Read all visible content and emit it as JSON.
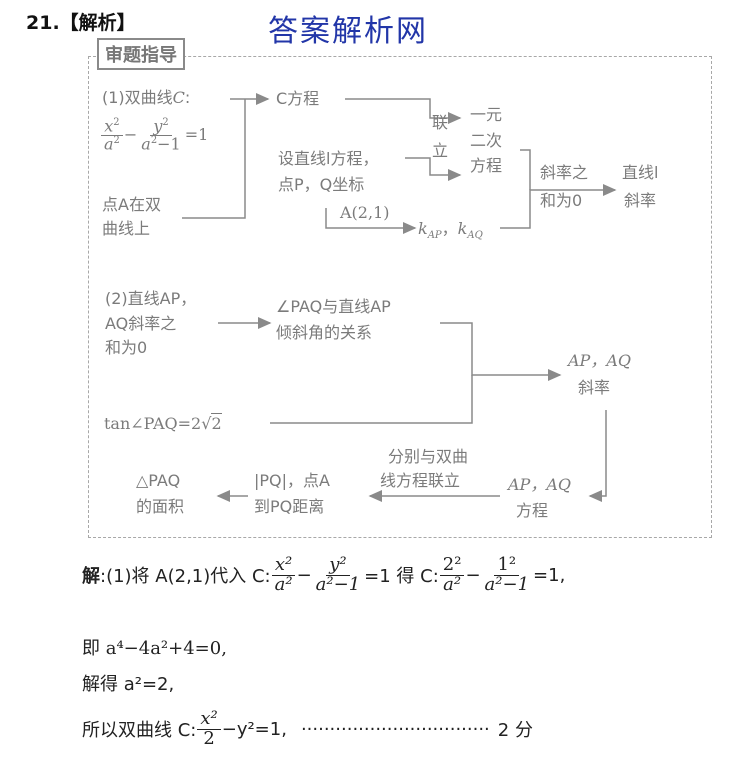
{
  "header": {
    "number": "21.",
    "tag": "【解析】",
    "watermark": "答案解析网"
  },
  "guide": {
    "title": "审题指导",
    "p1": {
      "hyperbola_prefix": "(1)双曲线",
      "C": "C",
      "colon": ":",
      "equation": {
        "x": "x",
        "a": "a",
        "y": "y",
        "minus": "−",
        "minus_one": "−1",
        "eq_one": "=1"
      },
      "point_line1": "点A在双",
      "point_line2": "曲线上",
      "c_equation": "C方程",
      "set_line1": "设直线l方程，",
      "set_line2": "点P，Q坐标",
      "a_point": "A(2,1)",
      "k_ap": "k",
      "k_ap_sub": "AP",
      "k_sep": "，",
      "k_aq": "k",
      "k_aq_sub": "AQ",
      "lian": "联",
      "li": "立",
      "quad1": "一元",
      "quad2": "二次",
      "quad3": "方程",
      "slope_sum1": "斜率之",
      "slope_sum2": "和为0",
      "line_slope1": "直线l",
      "line_slope2": "斜率"
    },
    "p2": {
      "left1": "(2)直线AP，",
      "left2": "AQ斜率之",
      "left3": "和为0",
      "angle1": "∠PAQ与直线AP",
      "angle2": "倾斜角的关系",
      "slopes1": "AP，AQ",
      "slopes2": "斜率",
      "tan": "tan∠PAQ=2",
      "tan_root": "2",
      "sep1": "分别与双曲",
      "sep2": "线方程联立",
      "ap_eq1": "AP，AQ",
      "ap_eq2": "方程",
      "pq1": "|PQ|，点A",
      "pq2": "到PQ距离",
      "area1": "△PAQ",
      "area2": "的面积"
    }
  },
  "solution": {
    "label": "解",
    "line1_a": ":(1)将 A(2,1)代入 C:",
    "line1_b": "=1 得 C:",
    "line1_c": "=1,",
    "line2": "即 a⁴−4a²+4=0,",
    "line3": "解得 a²=2,",
    "line4_a": "所以双曲线 C:",
    "line4_b": "−y²=1,",
    "dots": "·································",
    "score": "2 分",
    "f": {
      "x2": "x²",
      "a2": "a²",
      "y2": "y²",
      "a2m1": "a²−1",
      "two2": "2²",
      "one2": "1²",
      "two": "2"
    }
  },
  "colors": {
    "watermark": "#2236a8",
    "guide_gray": "#7b7b7b"
  }
}
